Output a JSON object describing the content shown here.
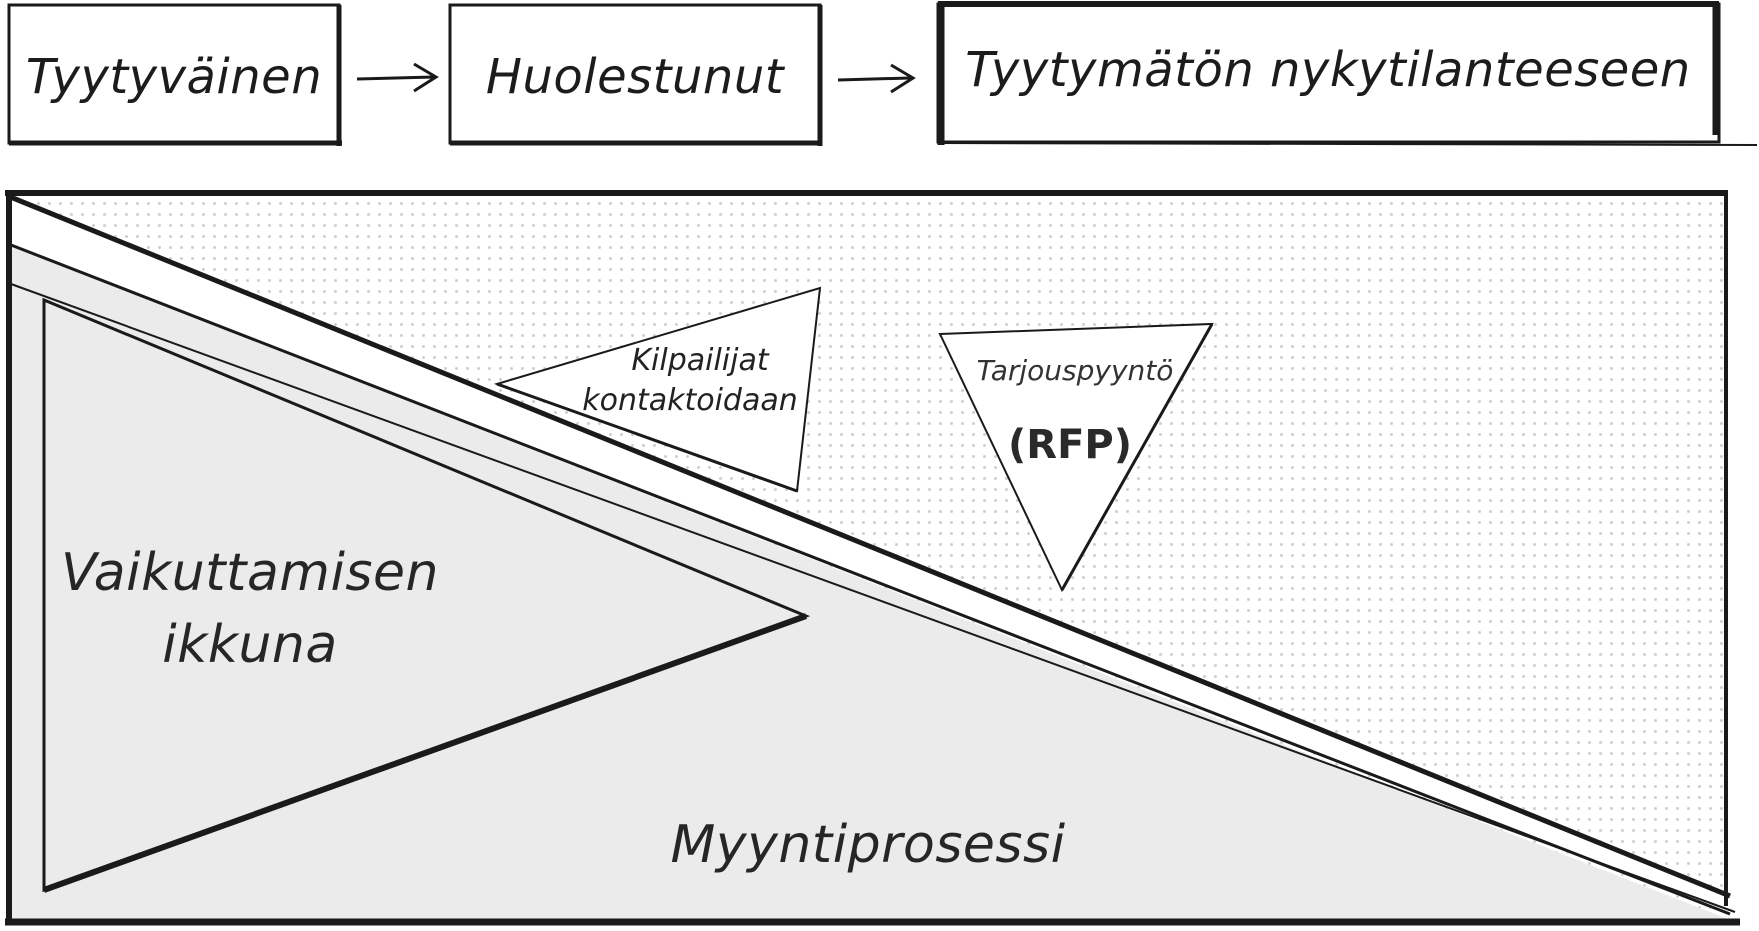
{
  "stages": [
    {
      "label": "Tyytyväinen"
    },
    {
      "label": "Huolestunut"
    },
    {
      "label": "Tyytymätön nykytilanteeseen"
    }
  ],
  "triangles": {
    "influence_window": {
      "line1": "Vaikuttamisen",
      "line2": "ikkuna"
    },
    "sales_process": {
      "label": "Myyntiprosessi"
    },
    "competitors": {
      "line1": "Kilpailijat",
      "line2": "kontaktoidaan"
    },
    "rfp": {
      "line1": "Tarjouspyyntö",
      "line2": "(RFP)"
    }
  },
  "colors": {
    "ink": "#1a1a1a",
    "grey_fill": "#ebebec",
    "dot_fill": "#c8c8c8",
    "paper": "#ffffff"
  }
}
